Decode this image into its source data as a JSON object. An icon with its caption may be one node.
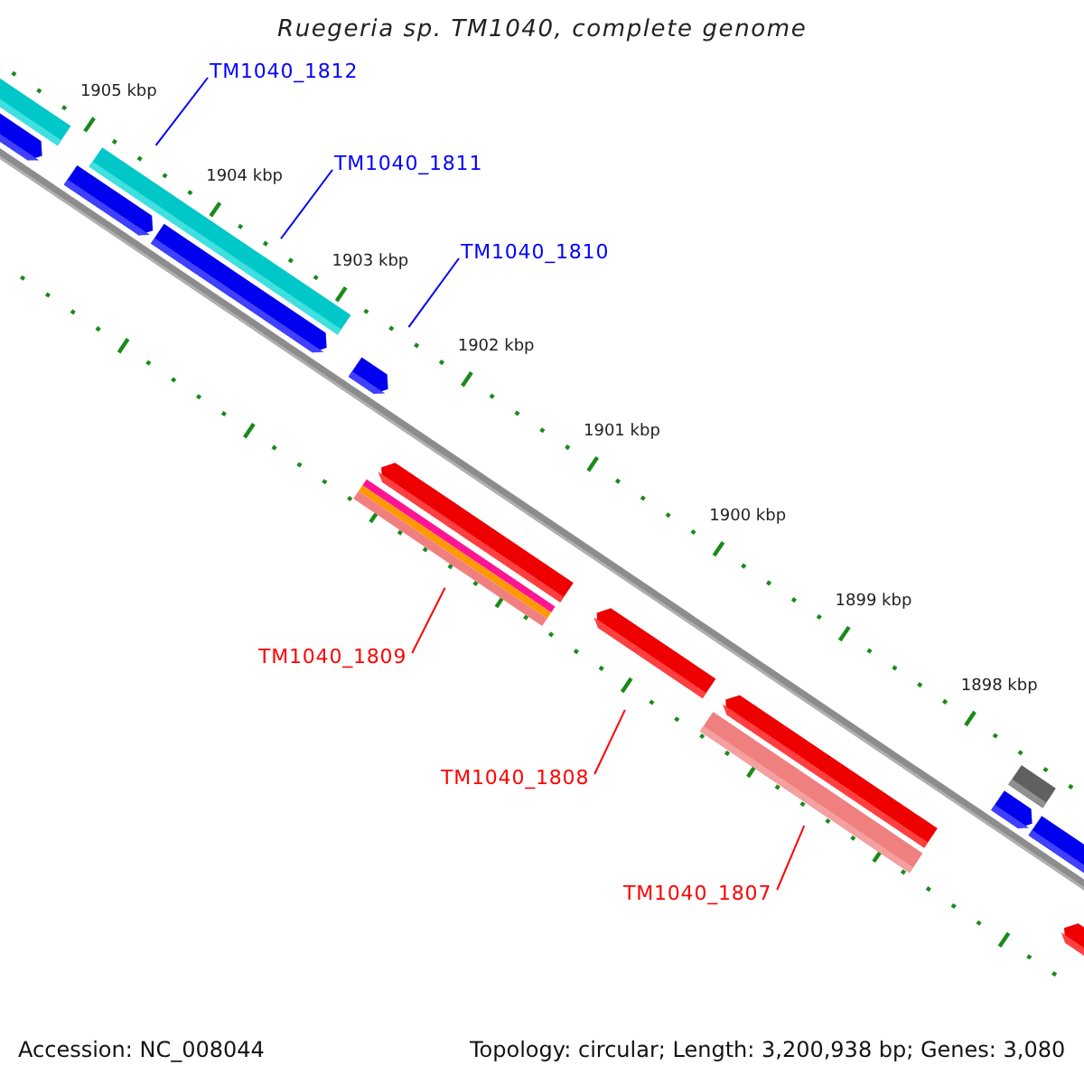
{
  "diagram": {
    "title": "Ruegeria sp. TM1040, complete genome",
    "nodes": [
      {
        "text": [
          "TM1040_1812"
        ]
      },
      {
        "text": [
          "TM1040_1811"
        ]
      },
      {
        "text": [
          "TM1040_1810"
        ]
      },
      {
        "text": [
          "TM1040_1809"
        ]
      },
      {
        "text": [
          "TM1040_1808"
        ]
      },
      {
        "text": [
          "TM1040_1807"
        ]
      },
      {
        "text": [],
        "shape": "bar"
      },
      {
        "text": [],
        "shape": "bar"
      },
      {
        "text": [],
        "shape": "bar"
      },
      {
        "text": [],
        "shape": "bar"
      },
      {
        "text": [],
        "shape": "bar"
      },
      {
        "text": [],
        "shape": "bar"
      },
      {
        "text": [],
        "shape": "bar"
      },
      {
        "text": [],
        "shape": "bar"
      },
      {
        "text": [],
        "shape": "bar"
      },
      {
        "text": [],
        "shape": "bar"
      },
      {
        "text": [],
        "shape": "bar"
      },
      {
        "text": [],
        "shape": "bar"
      },
      {
        "text": [],
        "shape": "bar"
      },
      {
        "text": [],
        "shape": "bar"
      },
      {
        "text": [],
        "shape": "bar"
      }
    ],
    "edges": [
      {
        "from": 0,
        "to": null,
        "arrow": "none",
        "color": "#0000ff"
      },
      {
        "from": 1,
        "to": 7,
        "arrow": "none",
        "color": "#0000ff"
      },
      {
        "from": 2,
        "to": 8,
        "arrow": "none",
        "color": "#0000ff"
      },
      {
        "from": 3,
        "to": 9,
        "arrow": "none",
        "color": "#ff0000"
      },
      {
        "from": 4,
        "to": 10,
        "arrow": "none",
        "color": "#ff0000"
      },
      {
        "from": 5,
        "to": 11,
        "arrow": "none",
        "color": "#ff0000"
      }
    ],
    "labels": [
      "1905 kbp",
      "1904 kbp",
      "1903 kbp",
      "1902 kbp",
      "1901 kbp",
      "1900 kbp",
      "1899 kbp",
      "1898 kbp",
      "Accession: NC_008044",
      "Topology: circular; Length: 3,200,938 bp; Genes: 3,080"
    ]
  }
}
